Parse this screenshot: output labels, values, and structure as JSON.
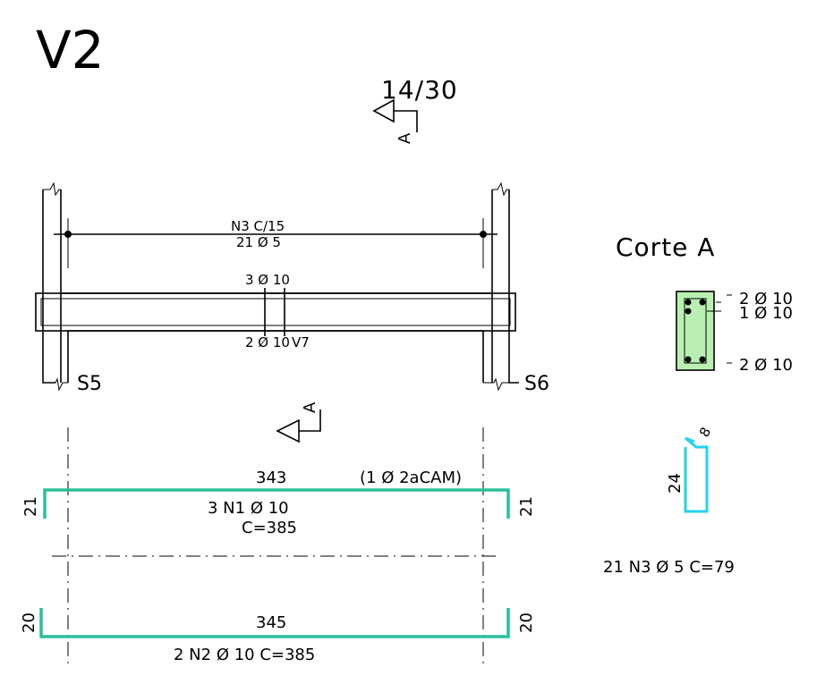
{
  "beam_name": "V2",
  "section_size": "14/30",
  "section_mark": "A",
  "supports": {
    "left": "S5",
    "right": "S6"
  },
  "crossing_beam": "V7",
  "elevation": {
    "stirrups_line1": "N3  C/15",
    "stirrups_line2": "21  Ø 5",
    "top_bars": "3 Ø 10",
    "bottom_bars": "2 Ø 10"
  },
  "corte": {
    "title": "Corte A",
    "top_bars": "2 Ø 10",
    "mid_bars": "1 Ø 10",
    "bottom_bars": "2 Ø 10",
    "section_color": "#b9f0b2"
  },
  "bar_n1": {
    "length": "343",
    "note": "(1 Ø 2aCAM)",
    "hook_left": "21",
    "hook_right": "21",
    "label": "3  N1  Ø 10",
    "total": "C=385",
    "color": "#2bbf9c"
  },
  "bar_n2": {
    "length": "345",
    "hook_left": "20",
    "hook_right": "20",
    "label": "2  N2  Ø 10     C=385"
  },
  "stirrup": {
    "height": "24",
    "hook": "8",
    "label": "21  N3  Ø 5  C=79",
    "color": "#22d3ee"
  }
}
